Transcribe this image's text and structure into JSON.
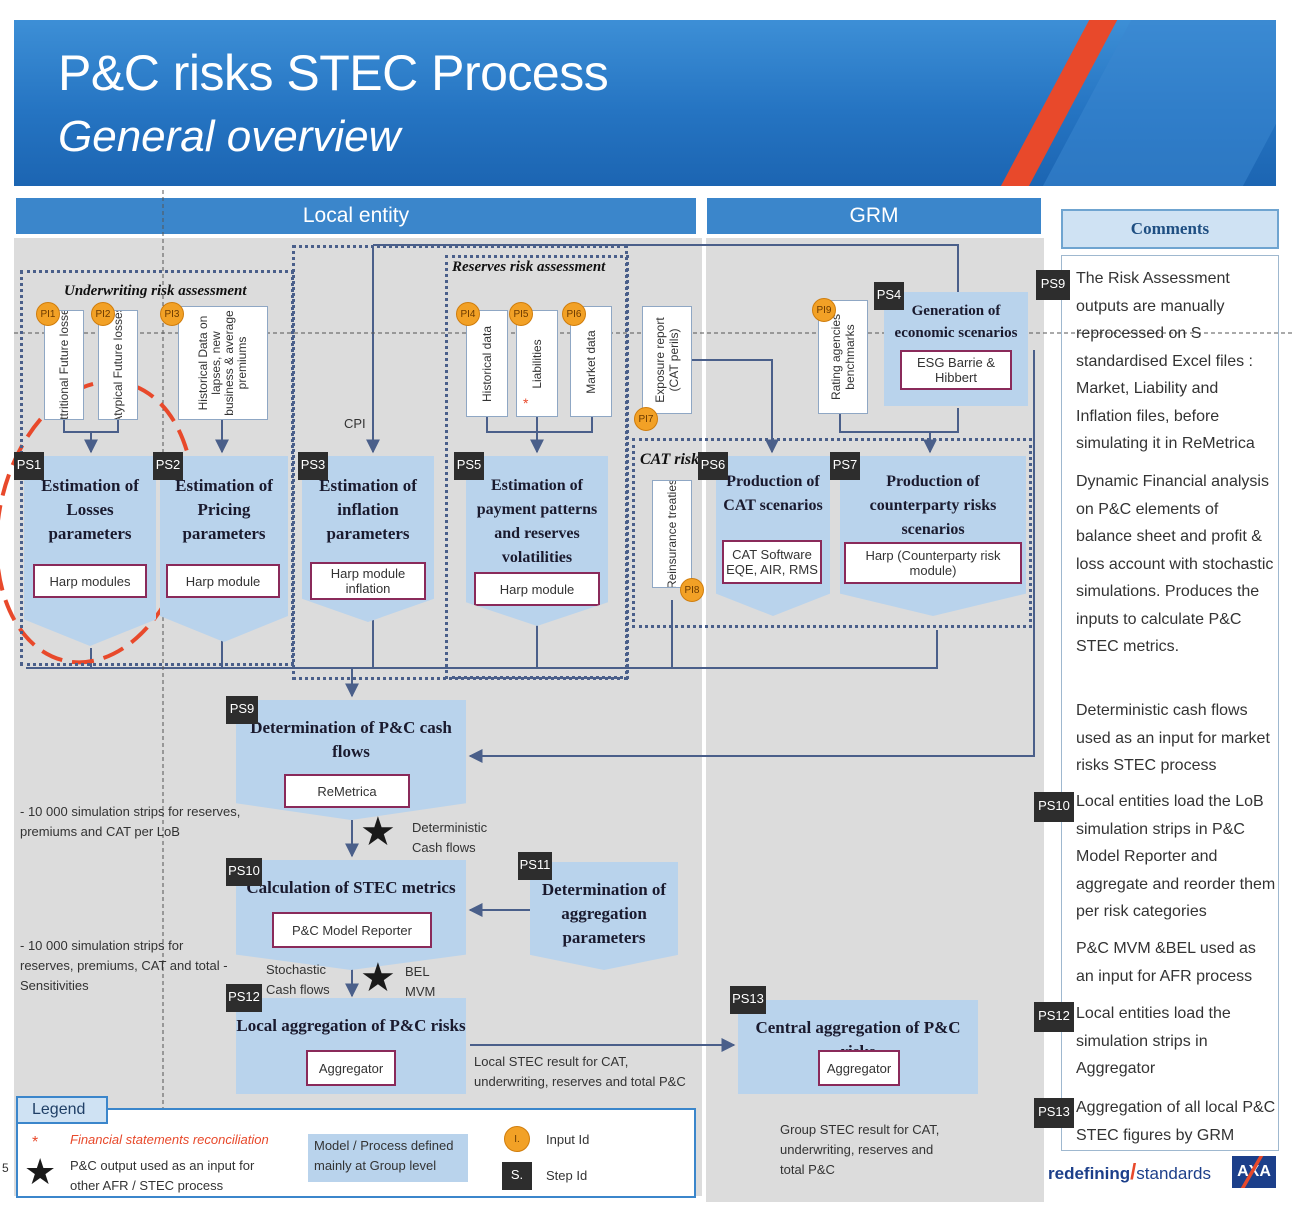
{
  "title": "P&C risks STEC Process",
  "subtitle": "General overview",
  "columns": {
    "local": "Local entity",
    "grm": "GRM",
    "comments": "Comments"
  },
  "sections": {
    "underwriting": "Underwriting risk assessment",
    "reserves": "Reserves risk assessment",
    "cat": "CAT risk"
  },
  "inputs": {
    "pi1": {
      "id": "PI1",
      "label": "Attritional Future losses"
    },
    "pi2": {
      "id": "PI2",
      "label": "Atypical Future losses"
    },
    "pi3": {
      "id": "PI3",
      "label": "Historical Data on lapses, new business & average premiums"
    },
    "pi4": {
      "id": "PI4",
      "label": "Historical data"
    },
    "pi5": {
      "id": "PI5",
      "label": "Liabilities",
      "mark": "*"
    },
    "pi6": {
      "id": "PI6",
      "label": "Market data"
    },
    "pi7": {
      "id": "PI7",
      "label": "Exposure report (CAT perils)"
    },
    "pi8": {
      "id": "PI8",
      "label": "Reinsurance treaties"
    },
    "pi9": {
      "id": "PI9",
      "label": "Rating agencies benchmarks"
    },
    "cpi": "CPI"
  },
  "steps": {
    "ps1": {
      "id": "PS1",
      "title": "Estimation of Losses parameters",
      "tool": "Harp modules"
    },
    "ps2": {
      "id": "PS2",
      "title": "Estimation of Pricing parameters",
      "tool": "Harp module"
    },
    "ps3": {
      "id": "PS3",
      "title": "Estimation of inflation parameters",
      "tool": "Harp module inflation"
    },
    "ps4": {
      "id": "PS4",
      "title": "Generation of economic scenarios",
      "tool": "ESG Barrie & Hibbert"
    },
    "ps5": {
      "id": "PS5",
      "title": "Estimation of payment patterns and reserves volatilities",
      "tool": "Harp module"
    },
    "ps6": {
      "id": "PS6",
      "title": "Production of CAT scenarios",
      "tool": "CAT Software EQE, AIR, RMS"
    },
    "ps7": {
      "id": "PS7",
      "title": "Production of counterparty risks scenarios",
      "tool": "Harp (Counterparty risk module)"
    },
    "ps9": {
      "id": "PS9",
      "title": "Determination of P&C cash flows",
      "tool": "ReMetrica"
    },
    "ps10": {
      "id": "PS10",
      "title": "Calculation of STEC metrics",
      "tool": "P&C Model Reporter"
    },
    "ps11": {
      "id": "PS11",
      "title": "Determination of aggregation parameters"
    },
    "ps12": {
      "id": "PS12",
      "title": "Local aggregation of P&C risks",
      "tool": "Aggregator"
    },
    "ps13": {
      "id": "PS13",
      "title": "Central aggregation of P&C risks",
      "tool": "Aggregator"
    }
  },
  "notes": {
    "strips1": "- 10 000 simulation strips for reserves, premiums and CAT per LoB",
    "deterministic": "Deterministic Cash flows",
    "strips2": "- 10 000 simulation strips for reserves, premiums, CAT and total - Sensitivities",
    "stochastic": "Stochastic Cash flows",
    "bel": "BEL MVM",
    "local_result": "Local STEC result for CAT, underwriting, reserves and total P&C",
    "group_result": "Group STEC result for CAT, underwriting, reserves and total P&C"
  },
  "legend": {
    "title": "Legend",
    "fin": "Financial statements reconciliation",
    "star": "P&C output used as an input for other AFR / STEC process",
    "model": "Model / Process defined mainly at Group level",
    "input": "Input Id",
    "step": "Step Id",
    "input_sym": "I.",
    "step_sym": "S.",
    "asterisk": "*"
  },
  "comments": [
    {
      "id": "PS9",
      "text": "The Risk Assessment outputs are manually reprocessed on S standardised Excel files : Market, Liability and Inflation files, before simulating it in ReMetrica"
    },
    {
      "id": "",
      "text": "Dynamic Financial analysis on P&C elements of balance sheet and profit & loss account with stochastic simulations. Produces the inputs to calculate P&C STEC metrics."
    },
    {
      "id": "",
      "text": "Deterministic cash flows used as an input for market risks STEC process"
    },
    {
      "id": "PS10",
      "text": "Local entities load the LoB simulation strips in P&C Model Reporter and aggregate and reorder them per risk categories"
    },
    {
      "id": "",
      "text": "P&C MVM &BEL used as an input for AFR process"
    },
    {
      "id": "PS12",
      "text": "Local entities load the simulation strips in Aggregator"
    },
    {
      "id": "PS13",
      "text": "Aggregation of all local P&C STEC figures by GRM"
    }
  ],
  "footer": {
    "tagline_a": "redefining",
    "tagline_sep": "/",
    "tagline_b": "standards",
    "logo": "AXA",
    "page": "5"
  },
  "colors": {
    "banner": "#2574c2",
    "accent": "#e8492b",
    "process": "#b9d3ec",
    "input_dot": "#f2a126"
  }
}
